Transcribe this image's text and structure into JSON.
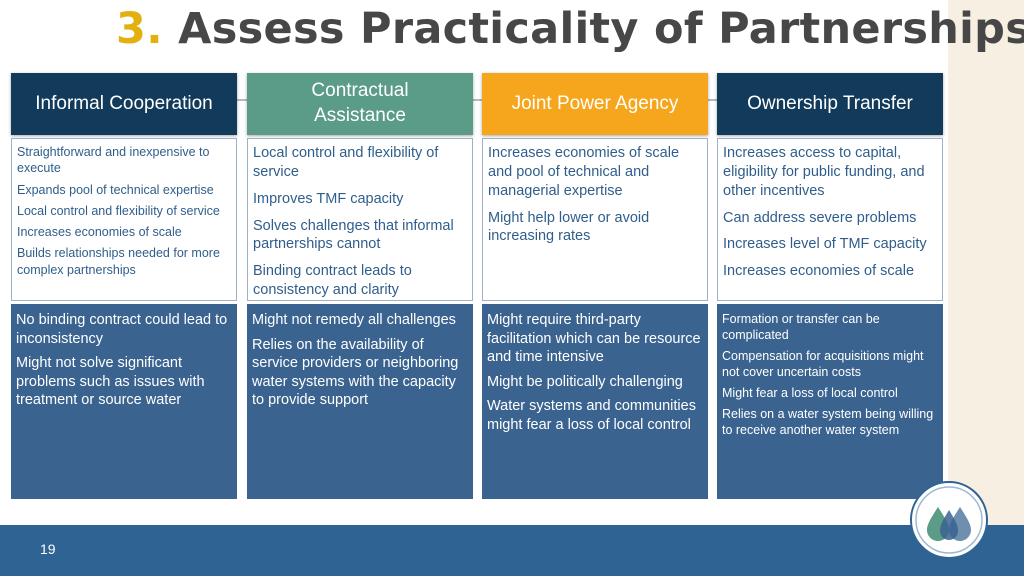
{
  "slide": {
    "title_number": "3.",
    "title_text": "Assess Practicality of Partnerships",
    "page_number": "19"
  },
  "colors": {
    "informal_header": "#113a5b",
    "contractual_header": "#5b9c88",
    "jpa_header": "#f5a61d",
    "ownership_header": "#123a5b",
    "cons_bg": "#3a6390",
    "title_accent": "#e3b10f"
  },
  "columns": [
    {
      "header": "Informal Cooperation",
      "pros": [
        "Straightforward and inexpensive to execute",
        "Expands pool of technical expertise",
        "Local control and flexibility of service",
        "Increases economies of scale",
        "Builds relationships needed for more complex partnerships"
      ],
      "cons": [
        "No binding contract could lead to inconsistency",
        "Might not solve significant problems such as issues with treatment or source water"
      ]
    },
    {
      "header": "Contractual Assistance",
      "pros": [
        "Local control and flexibility of service",
        "Improves TMF capacity",
        "Solves challenges that informal partnerships cannot",
        "Binding contract leads to consistency and clarity"
      ],
      "cons": [
        "Might not remedy all challenges",
        "Relies on the availability of service providers or neighboring water systems with the capacity to provide support"
      ]
    },
    {
      "header": "Joint Power Agency",
      "pros": [
        "Increases economies of scale and pool of technical and managerial expertise",
        "Might help lower or avoid increasing rates"
      ],
      "cons": [
        "Might require third-party facilitation which can be resource and time intensive",
        "Might be politically challenging",
        "Water systems and communities might fear a loss of local control"
      ]
    },
    {
      "header": "Ownership Transfer",
      "pros": [
        "Increases access to capital, eligibility for public funding, and other incentives",
        "Can address severe problems",
        "Increases level of TMF capacity",
        "Increases economies of scale"
      ],
      "cons": [
        "Formation or transfer can be complicated",
        "Compensation for acquisitions might not cover uncertain costs",
        "Might fear a loss of local control",
        "Relies on a water system being willing to receive another water system"
      ]
    }
  ],
  "logo": {
    "icon": "water-droplets-logo-icon"
  }
}
